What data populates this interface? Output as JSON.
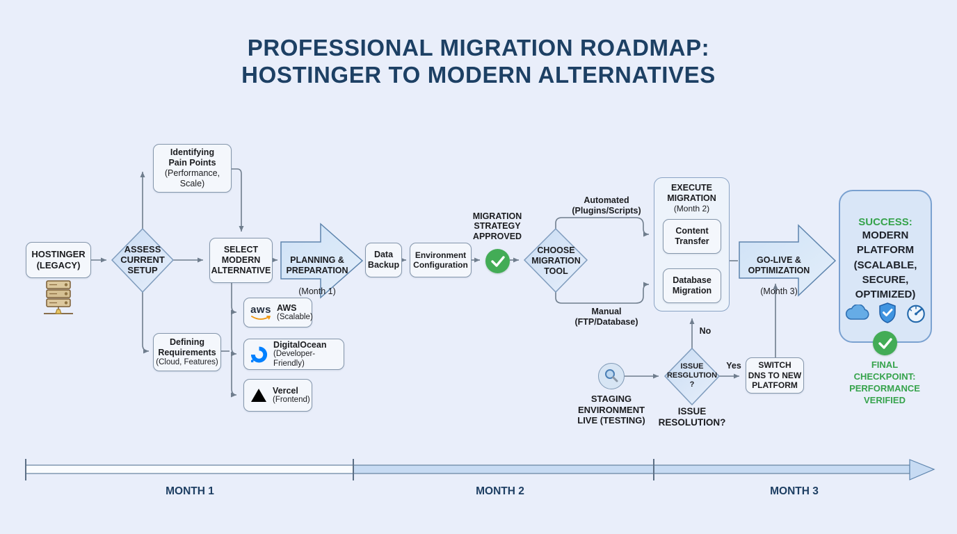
{
  "title": {
    "text": "PROFESSIONAL MIGRATION ROADMAP:\nHOSTINGER TO MODERN ALTERNATIVES"
  },
  "nodes": {
    "hostinger": "HOSTINGER\n(LEGACY)",
    "assess": "ASSESS\nCURRENT\nSETUP",
    "pain_points_title": "Identifying\nPain Points",
    "pain_points_sub": "(Performance,\nScale)",
    "defining_title": "Defining\nRequirements",
    "defining_sub": "(Cloud, Features)",
    "select_alternative": "SELECT\nMODERN\nALTERNATIVE",
    "planning_title": "PLANNING &\nPREPARATION",
    "planning_sub": "(Month 1)",
    "data_backup": "Data\nBackup",
    "environment_config": "Environment\nConfiguration",
    "strategy_approved": "MIGRATION\nSTRATEGY\nAPPROVED",
    "choose_tool": "CHOOSE\nMIGRATION\nTOOL",
    "automated_path": "Automated\n(Plugins/Scripts)",
    "manual_path": "Manual\n(FTP/Database)",
    "execute_title": "EXECUTE\nMIGRATION",
    "execute_sub": "(Month 2)",
    "content_transfer": "Content\nTransfer",
    "database_migration": "Database\nMigration",
    "golive_title": "GO-LIVE &\nOPTIMIZATION",
    "golive_sub": "(Month 3)",
    "success_title": "SUCCESS:",
    "success_body": "MODERN\nPLATFORM\n(SCALABLE,\nSECURE,\nOPTIMIZED)",
    "final_checkpoint": "FINAL\nCHECKPOINT:\nPERFORMANCE\nVERIFIED",
    "staging": "STAGING\nENVIRONMENT\nLIVE (TESTING)",
    "issue_diamond": "ISSUE\nRESGLUTION\n?",
    "issue_caption": "ISSUE\nRESOLUTION?",
    "yes": "Yes",
    "no": "No",
    "switch_dns": "SWITCH\nDNS TO NEW\nPLATFORM"
  },
  "alternatives": [
    {
      "logo": "aws-logo",
      "logo_text": "aws",
      "name": "AWS",
      "subtitle": "(Scalable)"
    },
    {
      "logo": "digitalocean-logo",
      "name": "DigitalOcean",
      "subtitle": "(Developer-Friendly)"
    },
    {
      "logo": "vercel-logo",
      "name": "Vercel",
      "subtitle": "(Frontend)"
    }
  ],
  "timeline": {
    "months": [
      "MONTH 1",
      "MONTH 2",
      "MONTH 3"
    ]
  },
  "icons": {
    "server": "legacy-server-icon",
    "strategy_check": "check-circle-icon",
    "staging_magnifier": "magnifier-icon",
    "cloud": "cloud-icon",
    "shield": "shield-check-icon",
    "speedometer": "speedometer-icon",
    "final_check": "check-circle-icon",
    "timeline_arrow": "arrow-right-icon"
  },
  "colors": {
    "background": "#e9eefa",
    "node_fill": "#f4f7fc",
    "node_border": "#8496ab",
    "diamond_fill": "#d3e2f5",
    "arrow_fill": "#d9e8f8",
    "success_fill": "#d9e6f7",
    "timeline_fill": "#c7dbf3",
    "green": "#43ac56",
    "green_text": "#36a34c",
    "title_navy": "#1d4064",
    "connector_gray": "#6f7d8d",
    "aws_orange": "#f0940a",
    "do_blue": "#0080ff"
  }
}
